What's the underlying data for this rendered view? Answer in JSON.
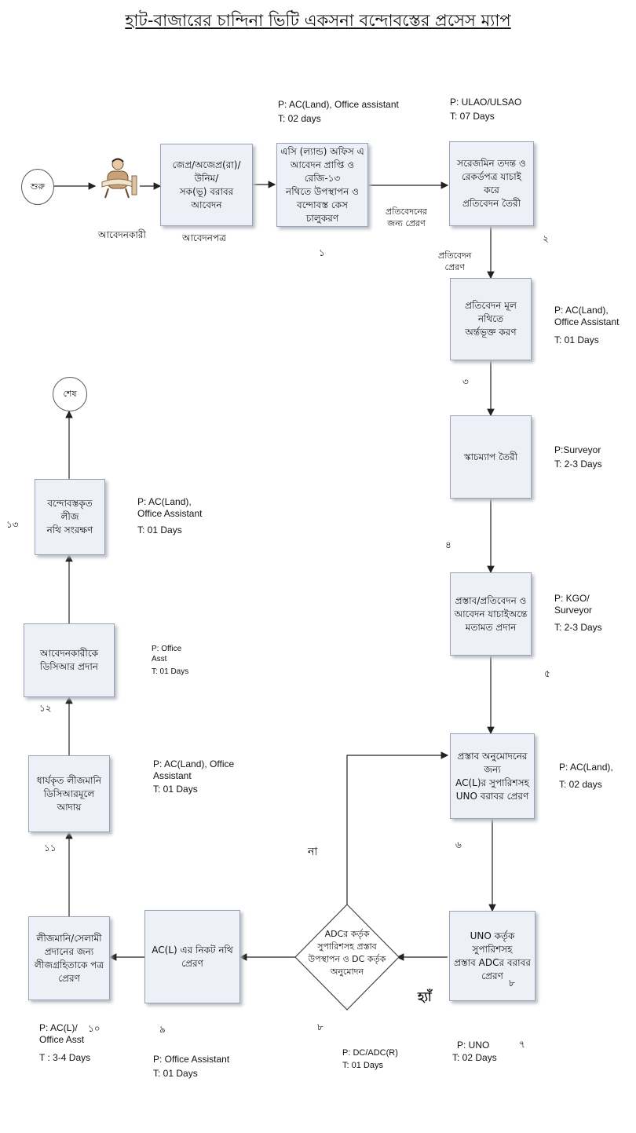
{
  "title": "হাট-বাজারের চান্দিনা ভিটি একসনা বন্দোবস্তের প্রসেস ম্যাপ",
  "start_label": "শুরু",
  "end_label": "শেষ",
  "applicant_caption": "আবেদনকারী",
  "application_caption": "আবেদনপত্র",
  "steps": [
    {
      "text": "জেপ্র/অজেপ্র(রা)/উনিম/\nসক(ভূ) বরাবর আবেদন"
    },
    {
      "text": "এসি (ল্যান্ড) অফিস এ\nআবেদন প্রাপ্তি ও রেজি-১৩\nনথিতে উপস্থাপন ও\nবন্দোবস্ত কেস চালুকরণ",
      "num": "১",
      "person": "P: AC(Land), Office assistant",
      "time": "T: 02 days"
    },
    {
      "text": "সরেজমিন তদন্ত ও\nরেকর্ডপত্র যাচাই করে\nপ্রতিবেদন তৈরী",
      "num": "২",
      "person": "P: ULAO/ULSAO",
      "time": "T: 07 Days"
    },
    {
      "text": "প্রতিবেদন মূল নথিতে\nঅর্ন্তভূক্ত করণ",
      "num": "৩",
      "person": "P:  AC(Land),\n  Office Assistant",
      "time": "T:  01 Days"
    },
    {
      "text": "স্কাচম্যাপ তৈরী",
      "num": "৪",
      "person": "P:Surveyor",
      "time": "T: 2-3 Days"
    },
    {
      "text": "প্রস্তাব/প্রতিবেদন ও\nআবেদন যাচাইঅন্তে\nমতামত প্রদান",
      "num": "৫",
      "person": "P: KGO/\n  Surveyor",
      "time": "T: 2-3 Days"
    },
    {
      "text": "প্রস্তাব অনুমোদনের জন্য\nAC(L)র সুপারিশসহ\nUNO বরাবর প্রেরণ",
      "num": "৬",
      "person": "P: AC(Land),",
      "time": "T: 02 days"
    },
    {
      "text": "UNO কর্তৃক সুপারিশসহ\nপ্রস্তাব ADCর বরাবর\nপ্রেরণ",
      "num": "৭",
      "inner_num": "৮",
      "person": "P: UNO",
      "time": "T: 02 Days"
    },
    {
      "text": "ADCর কর্তৃক\nসুপারিশসহ প্রস্তাব\nউপস্থাপন ও DC কর্তৃক\nঅনুমোদন",
      "num": "৮",
      "person": "P: DC/ADC(R)",
      "time": "T: 01 Days"
    },
    {
      "text": "AC(L) এর নিকট নথি\nপ্রেরণ",
      "num": "৯",
      "person": "P: Office Assistant",
      "time": "T: 01 Days"
    },
    {
      "text": "লীজমানি/সেলামী\nপ্রদানের জন্য\nলীজগ্রহিতাকে পত্র\nপ্রেরণ",
      "num": "১০",
      "person": "P: AC(L)/\nOffice Asst",
      "time": "T : 3-4 Days"
    },
    {
      "text": "ধার্যকৃত লীজমানি\nডিসিআরমূলে আদায়",
      "num": "১১",
      "person": "P: AC(Land), Office\nAssistant",
      "time": "T: 01 Days"
    },
    {
      "text": "আবেদনকারীকে\nডিসিআর প্রদান",
      "num": "১২",
      "person": "P: Office\nAsst",
      "time": "T: 01 Days"
    },
    {
      "text": "বন্দোবস্তকৃত লীজ\nনথি সংরক্ষণ",
      "num": "১৩",
      "person": "P:  AC(Land),\n  Office Assistant",
      "time": "T:  01 Days"
    }
  ],
  "edges": {
    "report_sent_1": "প্রতিবেদনের\nজন্য প্রেরণ",
    "report_sent_2": "প্রতিবেদন\nপ্রেরণ",
    "no_label": "না",
    "yes_label": "হ্যাঁ"
  },
  "colors": {
    "box_fill": "#edf0f7",
    "box_border": "#9aa3b6",
    "arrow": "#222222"
  }
}
